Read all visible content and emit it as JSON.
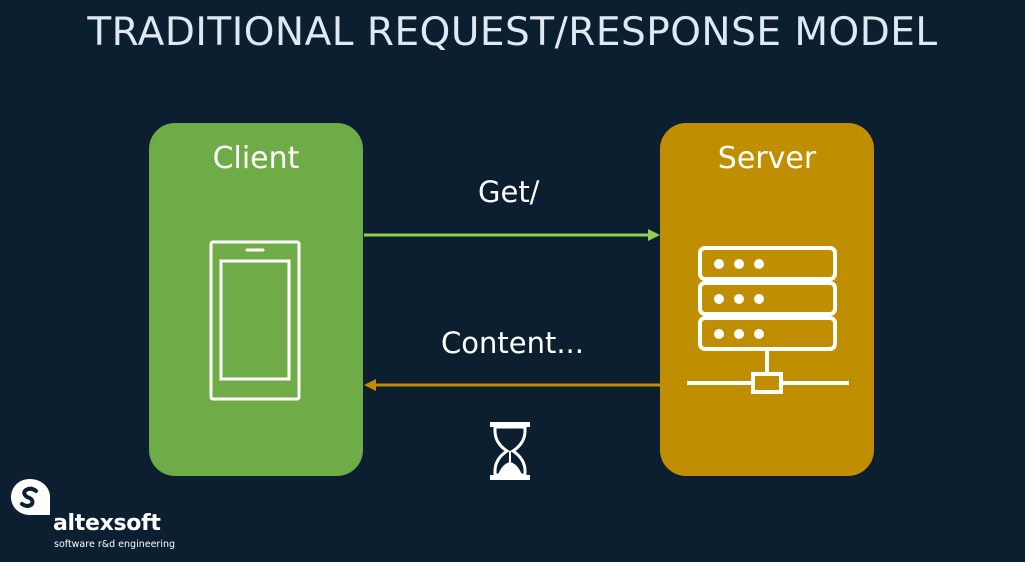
{
  "title": "TRADITIONAL REQUEST/RESPONSE MODEL",
  "client": {
    "label": "Client",
    "color": "#6fac47",
    "icon": "smartphone-icon"
  },
  "server": {
    "label": "Server",
    "color": "#bf8f01",
    "icon": "server-rack-icon"
  },
  "request": {
    "label": "Get/",
    "color": "#92d050",
    "direction": "client-to-server"
  },
  "response": {
    "label": "Content...",
    "color": "#bf8f01",
    "direction": "server-to-client"
  },
  "waiting_icon": "hourglass-icon",
  "brand": {
    "name": "altexsoft",
    "tagline": "software r&d engineering",
    "icon": "altexsoft-logo-icon"
  },
  "colors": {
    "background": "#0c1f30",
    "title": "#dfe9f3"
  }
}
